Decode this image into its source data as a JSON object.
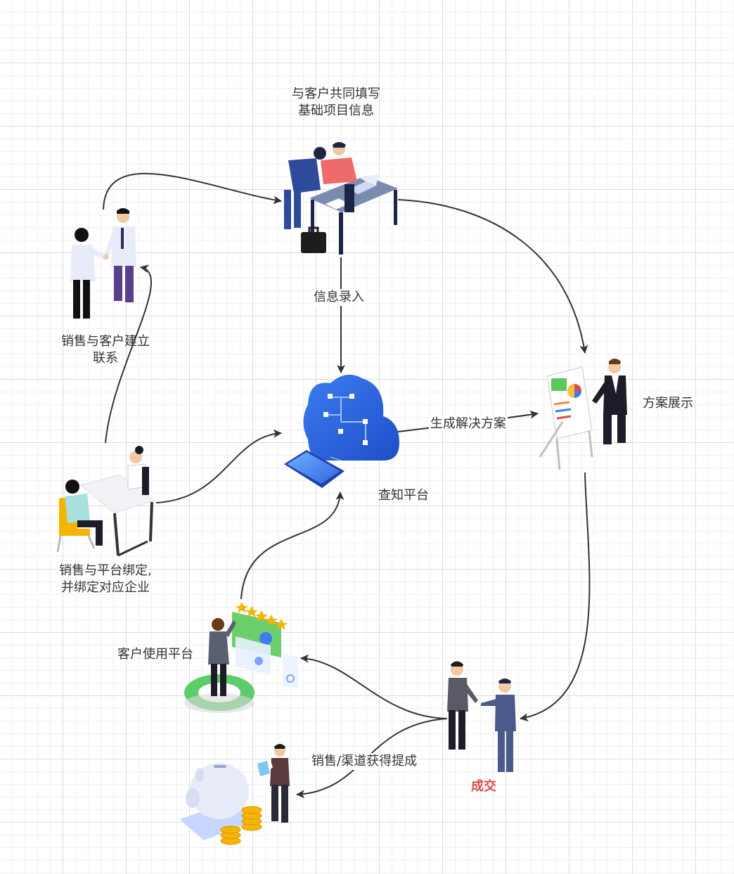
{
  "nodes": {
    "fill_info": {
      "line1": "与客户共同填写",
      "line2": "基础项目信息"
    },
    "contact": {
      "line1": "销售与客户建立",
      "line2": "联系"
    },
    "bind": {
      "line1": "销售与平台绑定,",
      "line2": "并绑定对应企业"
    },
    "platform": {
      "label": "查知平台"
    },
    "proposal": {
      "label": "方案展示"
    },
    "customer_use": {
      "label": "客户使用平台"
    },
    "deal": {
      "label": "成交"
    },
    "commission": {
      "label": "销售/渠道获得提成"
    }
  },
  "edges": {
    "info_entry": "信息录入",
    "generate_solution": "生成解决方案"
  },
  "colors": {
    "arrow": "#333333",
    "cloud": "#2f67e0",
    "deal_text": "#e04848"
  }
}
